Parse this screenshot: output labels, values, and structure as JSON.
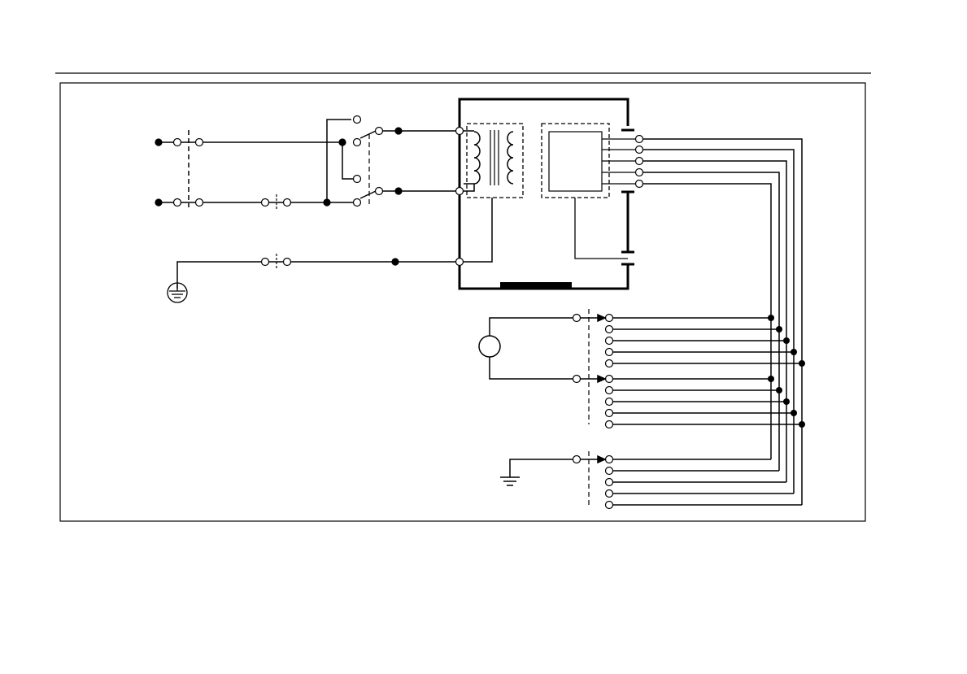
{
  "colors": {
    "ink": "#000000",
    "paper": "#ffffff",
    "frame": "#000000"
  },
  "icons": {
    "protective_earth": "protective-earth-symbol",
    "signal_ground": "ground-symbol",
    "voltage_source": "circle-source-symbol",
    "transformer": "isolation-transformer-symbol",
    "fuse": "fuse-symbol",
    "switch": "double-pole-switch-symbol"
  },
  "labels": []
}
